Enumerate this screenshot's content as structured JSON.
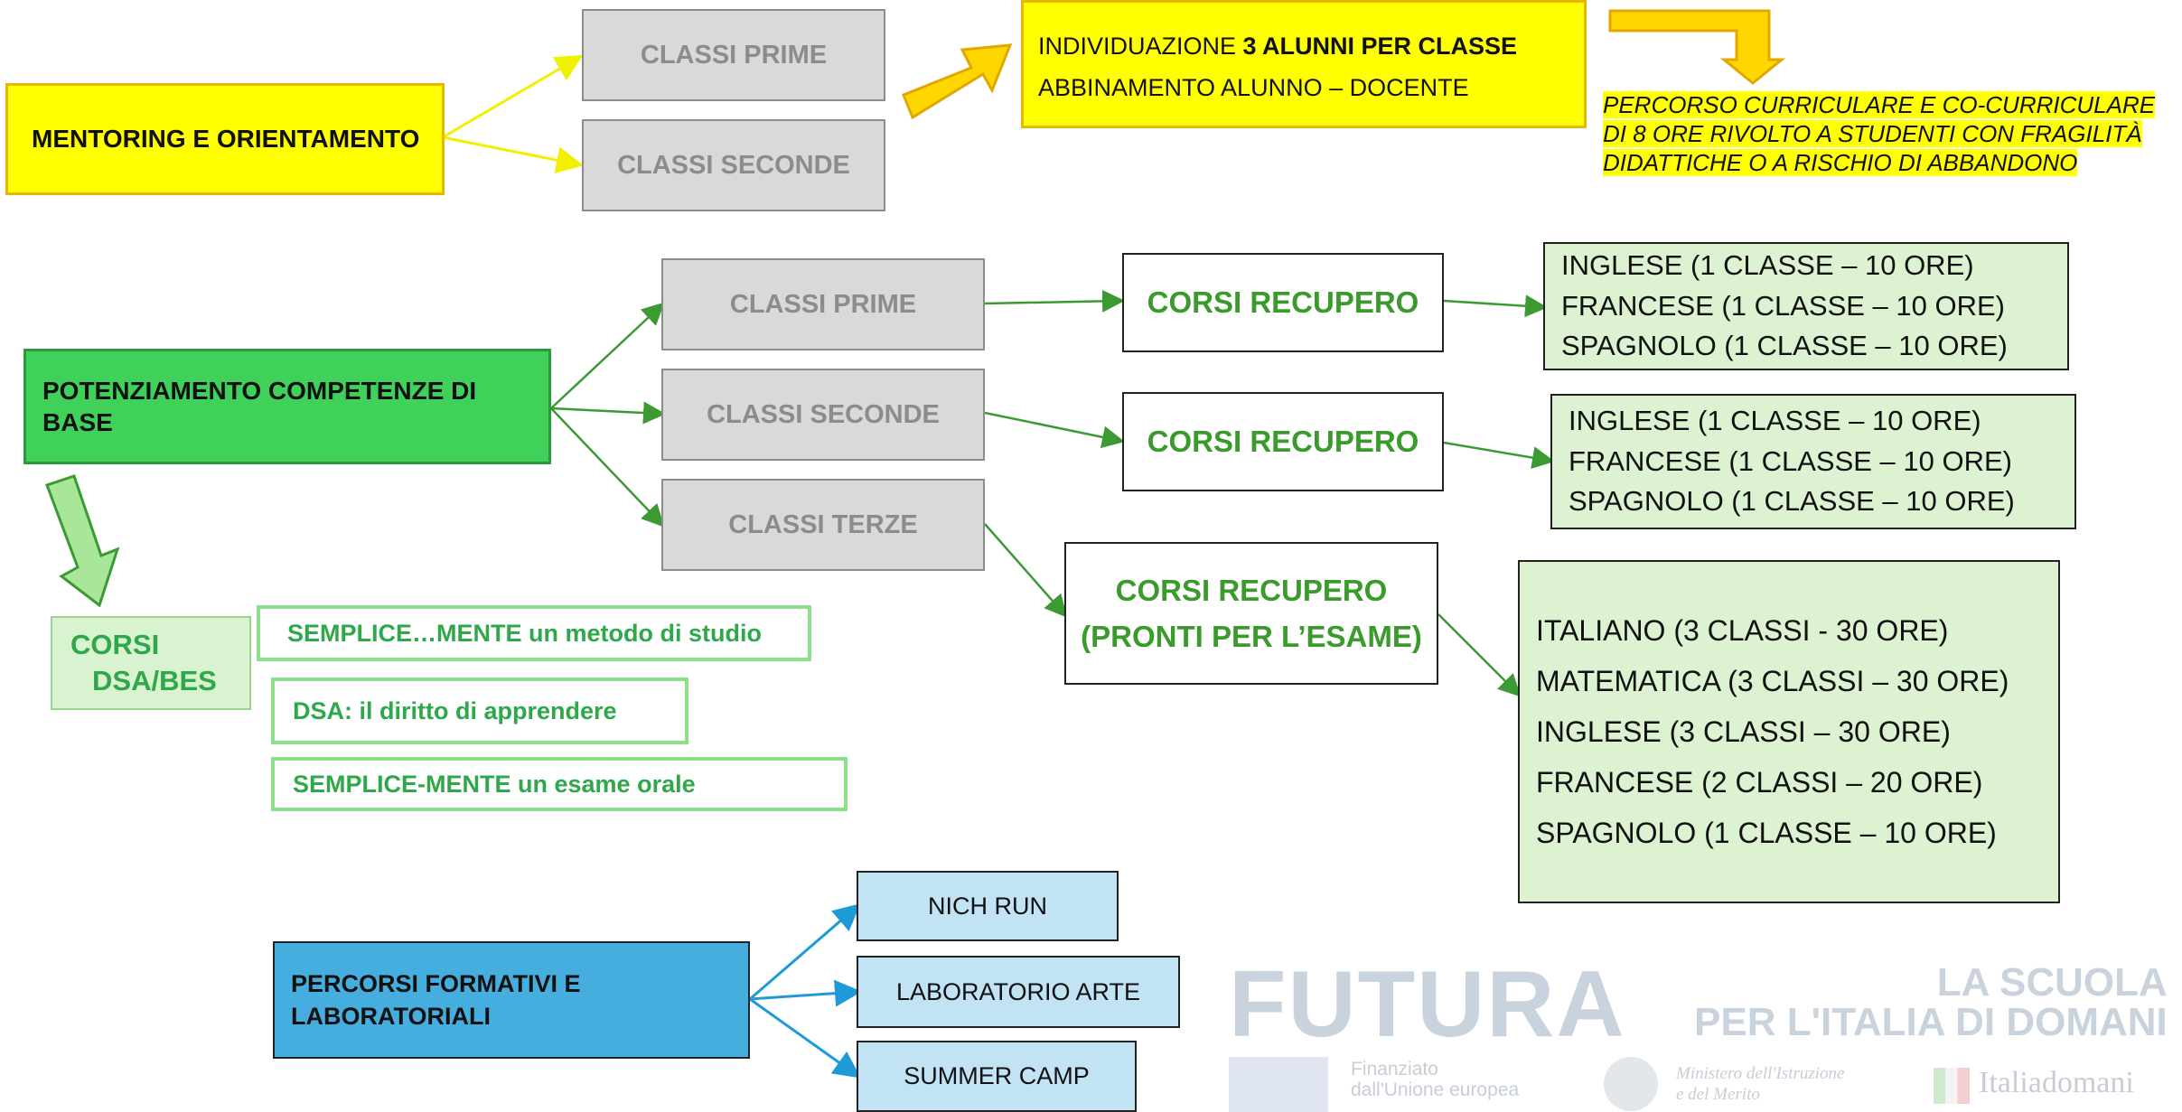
{
  "mentoring": {
    "title": "MENTORING E ORIENTAMENTO",
    "classes": [
      "CLASSI PRIME",
      "CLASSI SECONDE"
    ],
    "individuazione_prefix": "INDIVIDUAZIONE ",
    "individuazione_bold": "3 ALUNNI PER CLASSE",
    "abbinamento": "ABBINAMENTO ALUNNO – DOCENTE",
    "percorso_note": "PERCORSO  CURRICULARE  E CO-CURRICULARE DI 8 ORE RIVOLTO A STUDENTI CON FRAGILITÀ DIDATTICHE O A RISCHIO DI ABBANDONO"
  },
  "potenziamento": {
    "title": "POTENZIAMENTO COMPETENZE DI BASE",
    "classes": [
      "CLASSI PRIME",
      "CLASSI SECONDE",
      "CLASSI TERZE"
    ],
    "corsi_recupero": "CORSI RECUPERO",
    "corsi_esame_line1": "CORSI RECUPERO",
    "corsi_esame_line2": "(PRONTI PER L’ESAME)",
    "prime_courses": [
      "INGLESE (1 CLASSE – 10 ORE)",
      "FRANCESE (1 CLASSE – 10 ORE)",
      "SPAGNOLO (1 CLASSE – 10 ORE)"
    ],
    "seconde_courses": [
      "INGLESE (1 CLASSE – 10 ORE)",
      "FRANCESE (1 CLASSE – 10 ORE)",
      "SPAGNOLO (1 CLASSE – 10 ORE)"
    ],
    "terze_courses": [
      "ITALIANO (3 CLASSI - 30 ORE)",
      "MATEMATICA (3 CLASSI – 30 ORE)",
      "INGLESE (3 CLASSI – 30 ORE)",
      "FRANCESE (2 CLASSI – 20 ORE)",
      "SPAGNOLO (1 CLASSE – 10 ORE)"
    ]
  },
  "dsa": {
    "label_line1": "CORSI",
    "label_line2": "DSA/BES",
    "courses": [
      "SEMPLICE…MENTE un metodo di studio",
      "DSA: il diritto di apprendere",
      "SEMPLICE-MENTE un esame orale"
    ]
  },
  "percorsi": {
    "title": "PERCORSI FORMATIVI E LABORATORIALI",
    "items": [
      "NICH RUN",
      "LABORATORIO ARTE",
      "SUMMER CAMP"
    ]
  },
  "logos": {
    "futura": "FUTURA",
    "scuola_line1": "LA SCUOLA",
    "scuola_line2": "PER L'ITALIA DI DOMANI",
    "eu_line1": "Finanziato",
    "eu_line2": "dall'Unione europea",
    "ministero_line1": "Ministero dell'Istruzione",
    "ministero_line2": "e del Merito",
    "italiadomani": "Italiadomani"
  },
  "colors": {
    "yellow_arrow": "#ffd700",
    "yellow_line": "#f0f000",
    "green_line": "#3c9a33",
    "blue_line": "#1e9bd6",
    "logo_gray": "#c9ced6"
  }
}
